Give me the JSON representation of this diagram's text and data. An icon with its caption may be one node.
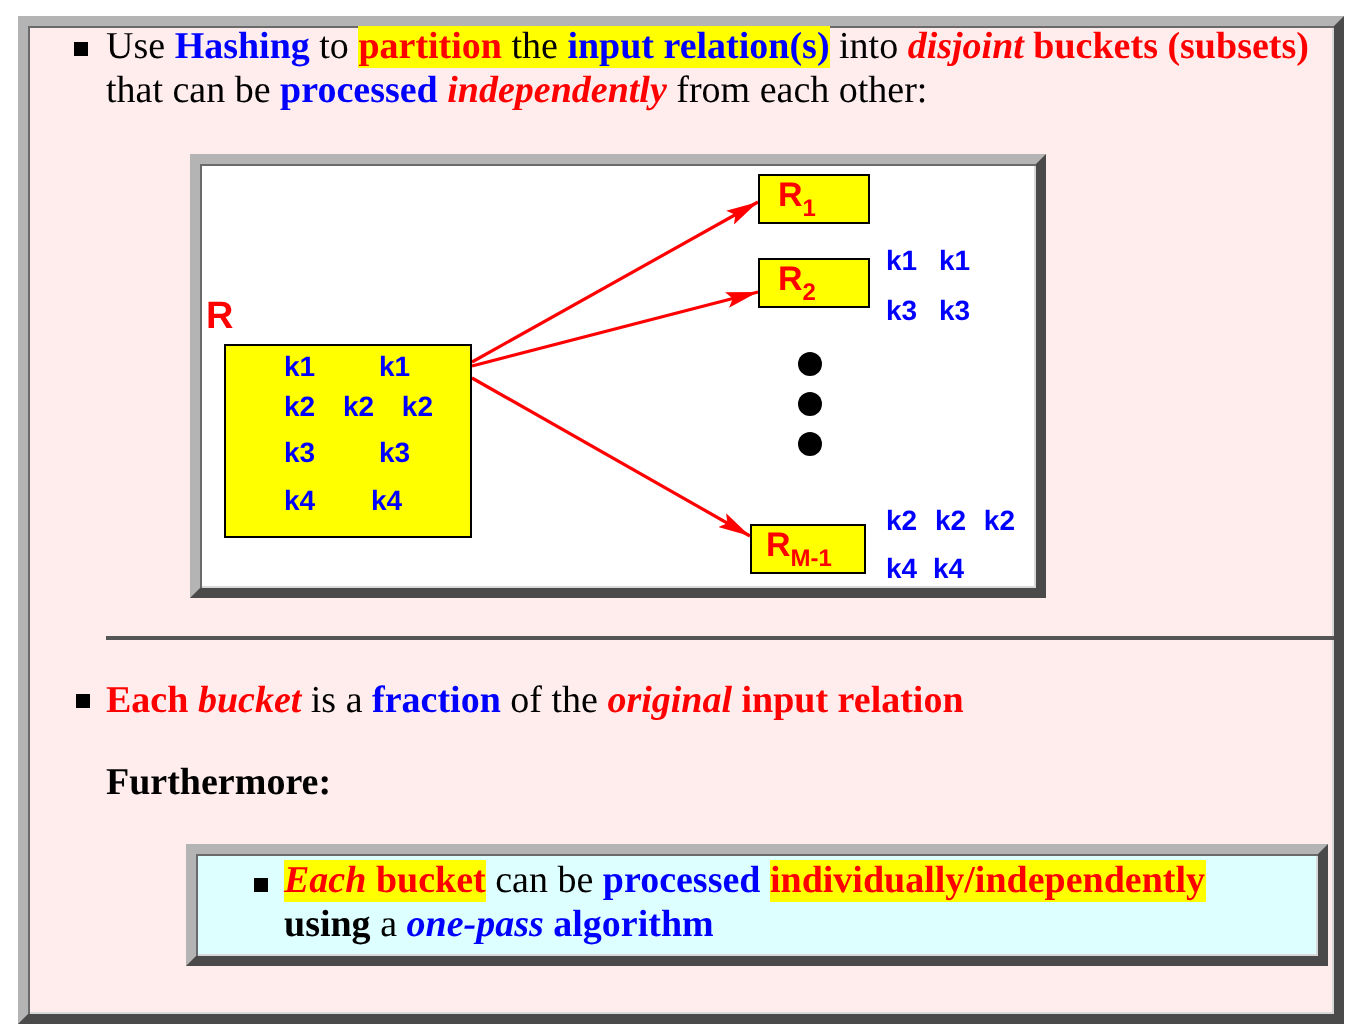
{
  "diagram": {
    "nodes": [
      {
        "text": [
          "R",
          "k1 k1",
          "k2 k2 k2",
          "k3 k3",
          "k4 k4"
        ]
      },
      {
        "text": [
          "R$_{1}$"
        ]
      },
      {
        "text": [
          "R$_{2}$"
        ],
        "beside": [
          "k1 k1",
          "k3 k3"
        ]
      },
      {
        "text": [
          "R$_{M-1}$"
        ],
        "beside": [
          "k2 k2 k2",
          "k4 k4"
        ]
      },
      {
        "text": [
          "*Each* **bucket** can be **processed** **individually/independently** **using** a *one-pass* **algorithm**"
        ]
      }
    ],
    "edges": [
      {
        "from": 0,
        "to": 1,
        "arrow": "to"
      },
      {
        "from": 0,
        "to": 2,
        "arrow": "to"
      },
      {
        "from": 0,
        "to": 3,
        "arrow": "to"
      }
    ],
    "labels": [
      "Use **Hashing** to **partition** the **input relation(s)** into *disjoint* **buckets (subsets)** that can be **processed** *independently* from each other:",
      "**Each** *bucket* is a **fraction** of the *original* **input relation**",
      "Furthermore:"
    ]
  }
}
